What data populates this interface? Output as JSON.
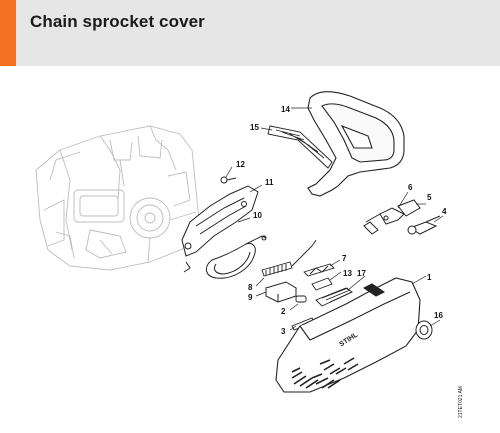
{
  "header": {
    "title": "Chain sprocket cover",
    "accent_color": "#f37021",
    "background_color": "#e6e6e6"
  },
  "drawing_code": "21TET021 AM",
  "cover_brand": "STIHL",
  "callouts": [
    "1",
    "2",
    "3",
    "4",
    "5",
    "6",
    "7",
    "8",
    "9",
    "10",
    "11",
    "12",
    "13",
    "14",
    "15",
    "16",
    "17"
  ]
}
